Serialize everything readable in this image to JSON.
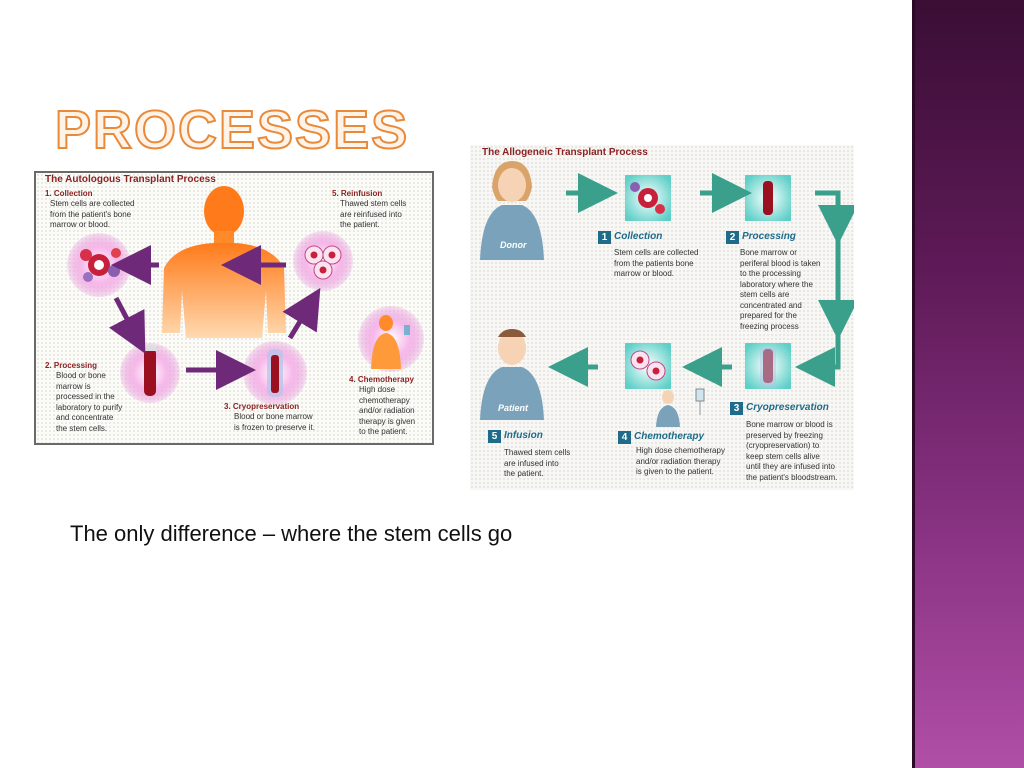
{
  "slide": {
    "title": "Processes",
    "subtitle": "The only difference – where the stem cells go"
  },
  "autologous": {
    "title": "The Autologous Transplant Process",
    "steps": [
      {
        "title": "1. Collection",
        "text": [
          "Stem cells are collected",
          "from the patient's bone",
          "marrow or blood."
        ]
      },
      {
        "title": "2. Processing",
        "text": [
          "Blood or bone",
          "marrow is",
          "processed in the",
          "laboratory to purify",
          "and concentrate",
          "the stem cells."
        ]
      },
      {
        "title": "3. Cryopreservation",
        "text": [
          "Blood or bone marrow",
          "is frozen to preserve it."
        ]
      },
      {
        "title": "4. Chemotherapy",
        "text": [
          "High dose",
          "chemotherapy",
          "and/or radiation",
          "therapy is given",
          "to the patient."
        ]
      },
      {
        "title": "5. Reinfusion",
        "text": [
          "Thawed stem cells",
          "are reinfused into",
          "the patient."
        ]
      }
    ]
  },
  "allogeneic": {
    "title": "The Allogeneic Transplant Process",
    "donor_label": "Donor",
    "patient_label": "Patient",
    "steps": [
      {
        "num": "1",
        "label": "Collection",
        "text": [
          "Stem cells are collected",
          "from the patients bone",
          "marrow or blood."
        ]
      },
      {
        "num": "2",
        "label": "Processing",
        "text": [
          "Bone marrow or",
          "periferal blood is taken",
          "to the processing",
          "laboratory where the",
          "stem cells are",
          "concentrated and",
          "prepared for the",
          "freezing process"
        ]
      },
      {
        "num": "3",
        "label": "Cryopreservation",
        "text": [
          "Bone marrow or blood is",
          "preserved by freezing",
          "(cryopreservation) to",
          "keep stem cells alive",
          "until they are infused into",
          "the patient's bloodstream."
        ]
      },
      {
        "num": "4",
        "label": "Chemotherapy",
        "text": [
          "High dose chemotherapy",
          "and/or radiation therapy",
          "is given to the patient."
        ]
      },
      {
        "num": "5",
        "label": "Infusion",
        "text": [
          "Thawed stem cells",
          "are infused into",
          "the patient."
        ]
      }
    ]
  },
  "colors": {
    "sidebar": "#6a1f63",
    "title_outline": "#e88a3a",
    "heading": "#8b2323",
    "teal": "#1f6b8a",
    "arrow_teal": "#3aa08c",
    "arrow_purple": "#6e2a78"
  }
}
